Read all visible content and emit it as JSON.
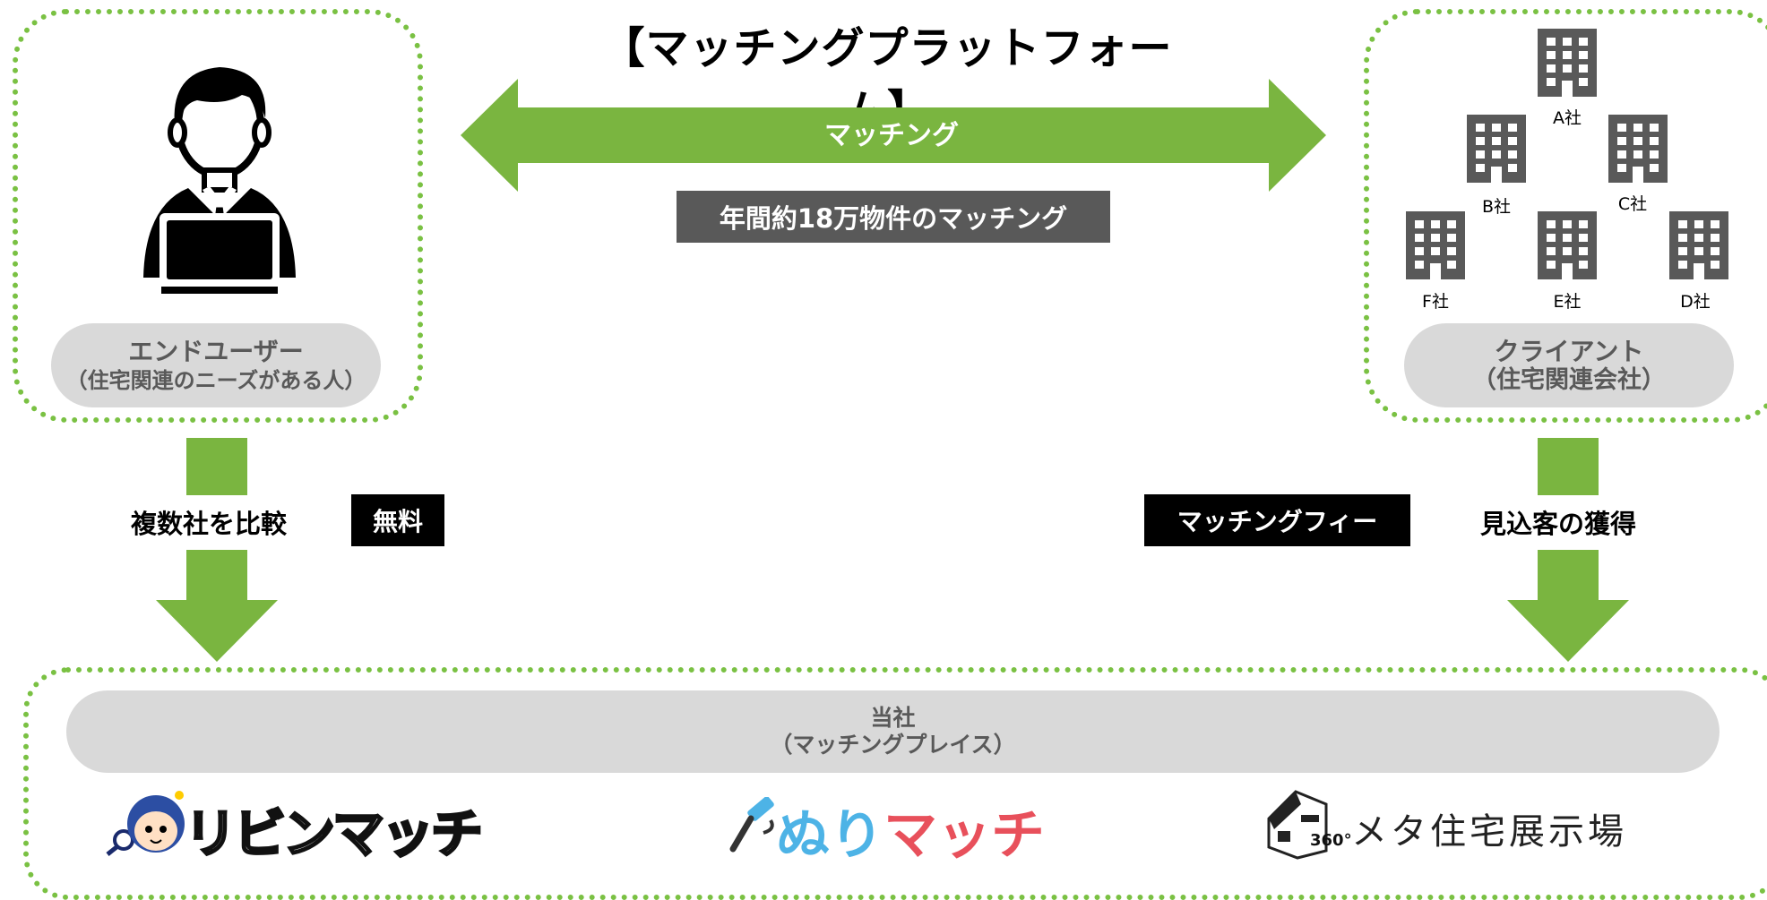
{
  "title": "【マッチングプラットフォーム】",
  "matching_arrow_label": "マッチング",
  "annual_matching": "年間約18万物件のマッチング",
  "end_user": {
    "name": "エンドユーザー",
    "desc": "（住宅関連のニーズがある人）",
    "action": "複数社を比較",
    "fee": "無料"
  },
  "client": {
    "name": "クライアント",
    "desc": "（住宅関連会社）",
    "action": "見込客の獲得",
    "fee": "マッチングフィー",
    "companies": [
      "A社",
      "B社",
      "C社",
      "D社",
      "E社",
      "F社"
    ]
  },
  "company": {
    "name": "当社",
    "desc": "（マッチングプレイス）"
  },
  "services": [
    {
      "name": "リビンマッチ"
    },
    {
      "name": "ぬりマッチ"
    },
    {
      "name": "メタ住宅展示場",
      "badge": "360°"
    }
  ],
  "colors": {
    "green": "#7ab540",
    "dotted": "#7ac143",
    "pill": "#d9d9d9",
    "dark": "#595959",
    "nuri_blue": "#4db3e6",
    "nuri_red": "#e8505b"
  }
}
